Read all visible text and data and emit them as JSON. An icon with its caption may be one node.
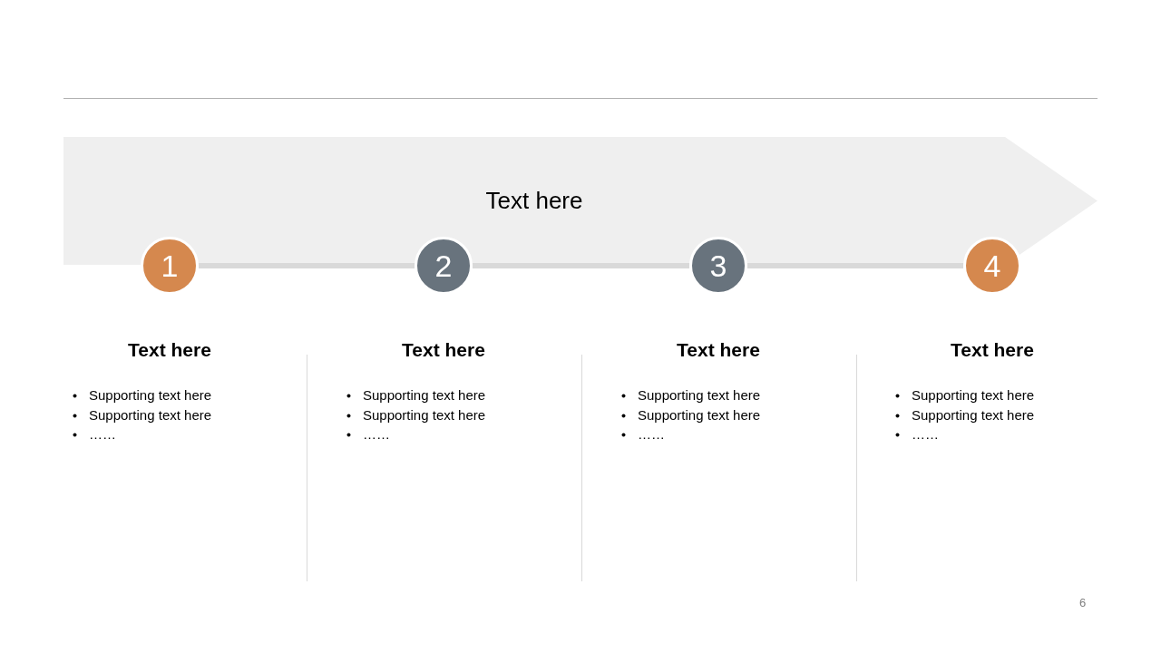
{
  "diagram": {
    "nodes": [
      {
        "text": [
          "Text here"
        ]
      },
      {
        "text": [
          "1"
        ],
        "beside": [
          "Text here",
          "Supporting text here",
          "Supporting text here",
          "……"
        ]
      },
      {
        "text": [
          "2"
        ],
        "beside": [
          "Text here",
          "Supporting text here",
          "Supporting text here",
          "……"
        ]
      },
      {
        "text": [
          "3"
        ],
        "beside": [
          "Text here",
          "Supporting text here",
          "Supporting text here",
          "……"
        ]
      },
      {
        "text": [
          "4"
        ],
        "beside": [
          "Text here",
          "Supporting text here",
          "Supporting text here",
          "……"
        ]
      }
    ],
    "edges": [
      {
        "from": 1,
        "to": 2,
        "arrow": "none"
      },
      {
        "from": 2,
        "to": 3,
        "arrow": "none"
      },
      {
        "from": 3,
        "to": 4,
        "arrow": "none"
      }
    ],
    "labels": [
      "6"
    ]
  }
}
